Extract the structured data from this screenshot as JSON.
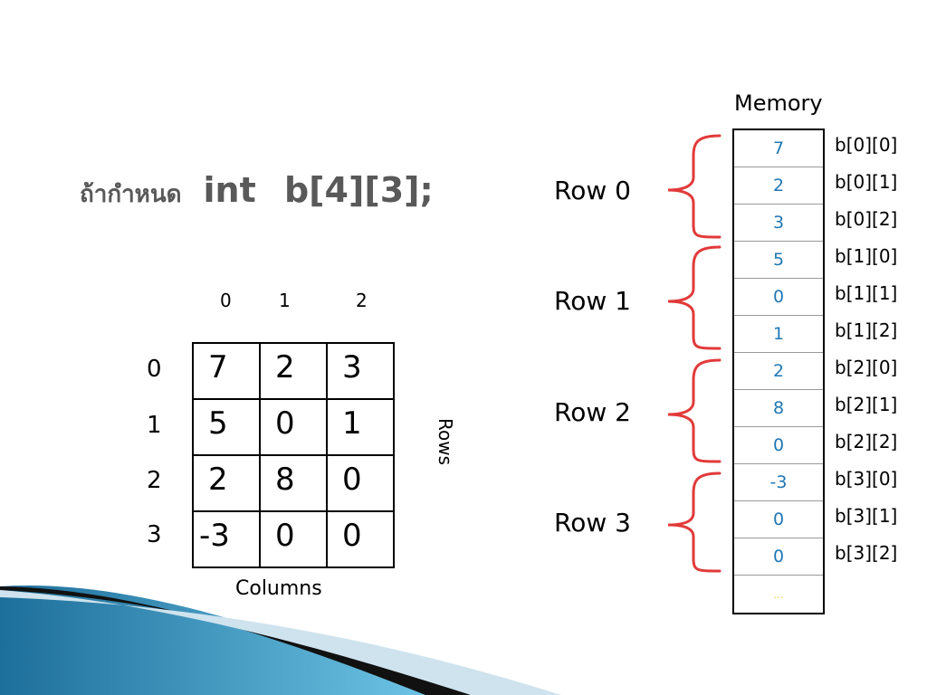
{
  "title": {
    "thai": "ถ้ากำหนด",
    "code": "int b[4][3];"
  },
  "array": {
    "col_indices": [
      "0",
      "1",
      "2"
    ],
    "row_indices": [
      "0",
      "1",
      "2",
      "3"
    ],
    "rows": [
      [
        "7",
        "2",
        "3"
      ],
      [
        "5",
        "0",
        "1"
      ],
      [
        "2",
        "8",
        "0"
      ],
      [
        "-3",
        "0",
        "0"
      ]
    ],
    "columns_label": "Columns",
    "rows_label": "Rows"
  },
  "memory": {
    "label": "Memory",
    "cells": [
      "7",
      "2",
      "3",
      "5",
      "0",
      "1",
      "2",
      "8",
      "0",
      "-3",
      "0",
      "0",
      "..."
    ],
    "addresses": [
      "b[0][0]",
      "b[0][1]",
      "b[0][2]",
      "b[1][0]",
      "b[1][1]",
      "b[1][2]",
      "b[2][0]",
      "b[2][1]",
      "b[2][2]",
      "b[3][0]",
      "b[3][1]",
      "b[3][2]"
    ],
    "row_labels": [
      "Row 0",
      "Row 1",
      "Row 2",
      "Row 3"
    ]
  },
  "colors": {
    "memory_value": "#1f77b4",
    "brace": "#e23a3a",
    "ellipsis": "#e8d94a",
    "title": "#595959"
  }
}
